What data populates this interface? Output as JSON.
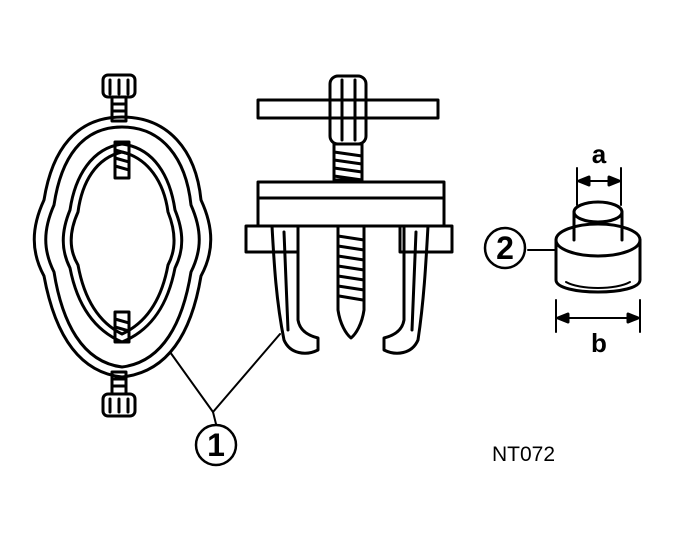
{
  "diagram": {
    "callouts": [
      {
        "id": "1",
        "label": "1"
      },
      {
        "id": "2",
        "label": "2"
      }
    ],
    "dimensions": {
      "inner_diameter_label": "a",
      "outer_diameter_label": "b"
    },
    "figure_code": "NT072",
    "colors": {
      "ink": "#000000",
      "paper": "#ffffff"
    }
  }
}
